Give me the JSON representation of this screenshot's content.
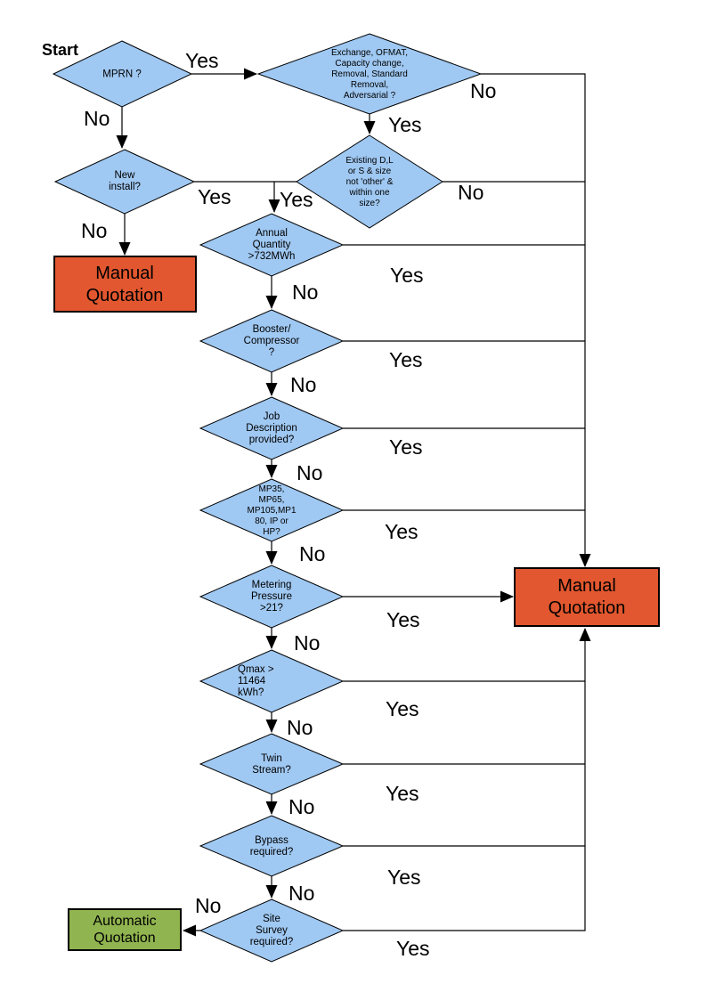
{
  "diagram": {
    "start_label": "Start",
    "colors": {
      "decision_fill": "#9FC8F2",
      "manual_quotation_fill": "#E2572F",
      "automatic_quotation_fill": "#90B44F",
      "line": "#000000"
    },
    "decisions": {
      "mprn": "MPRN ?",
      "exchange": "Exchange, OFMAT,\nCapacity change,\nRemoval, Standard\nRemoval,\nAdversarial ?",
      "new_install": "New\ninstall?",
      "existing": "Existing D,L\nor S & size\nnot 'other' &\nwithin one\nsize?",
      "annual_quantity": "Annual\nQuantity\n>732MWh",
      "booster": "Booster/\nCompressor\n?",
      "job_description": "Job\nDescription\nprovided?",
      "meter_type": "MP35,\nMP65,\nMP105,MP1\n80, IP or\nHP?",
      "metering_pressure": "Metering\nPressure\n>21?",
      "qmax": "Qmax >\n11464\nkWh?",
      "twin_stream": "Twin\nStream?",
      "bypass": "Bypass\nrequired?",
      "site_survey": "Site\nSurvey\nrequired?"
    },
    "terminals": {
      "manual_left": "Manual\nQuotation",
      "manual_right": "Manual\nQuotation",
      "automatic": "Automatic\nQuotation"
    },
    "edge_labels": {
      "mprn_yes": "Yes",
      "mprn_no": "No",
      "exchange_yes": "Yes",
      "exchange_no": "No",
      "new_install_yes": "Yes",
      "new_install_no": "No",
      "existing_yes": "Yes",
      "existing_no": "No",
      "annual_yes": "Yes",
      "annual_no": "No",
      "booster_yes": "Yes",
      "booster_no": "No",
      "job_yes": "Yes",
      "job_no": "No",
      "meter_type_yes": "Yes",
      "meter_type_no": "No",
      "metering_yes": "Yes",
      "metering_no": "No",
      "qmax_yes": "Yes",
      "qmax_no": "No",
      "twin_yes": "Yes",
      "twin_no": "No",
      "bypass_yes": "Yes",
      "bypass_no": "No",
      "site_yes": "Yes",
      "site_no": "No"
    }
  }
}
